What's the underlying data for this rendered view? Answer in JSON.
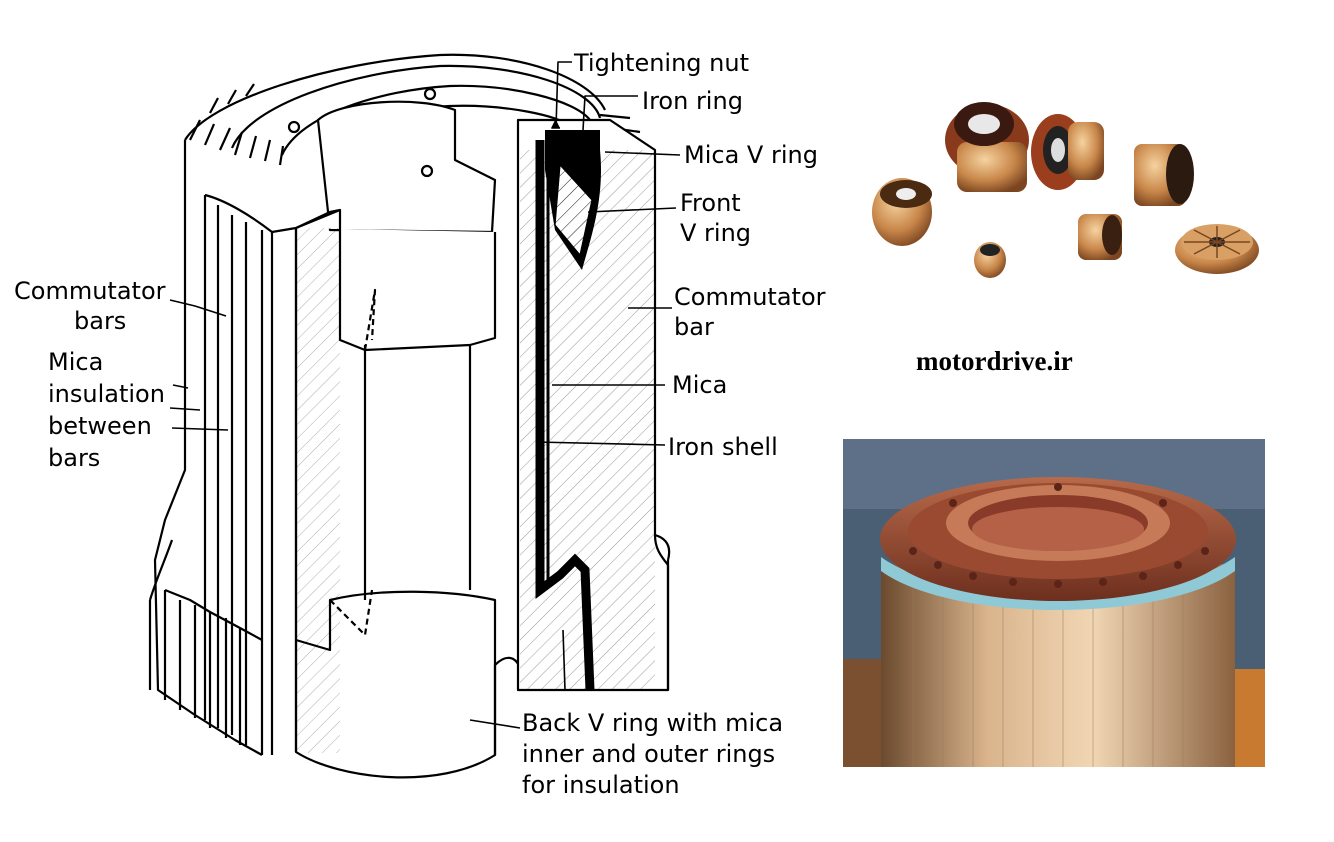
{
  "labels": {
    "tightening_nut": "Tightening nut",
    "iron_ring": "Iron ring",
    "mica_v_ring": "Mica V ring",
    "front_v_ring": [
      "Front",
      "V ring"
    ],
    "commutator_bar": [
      "Commutator",
      "bar"
    ],
    "mica": "Mica",
    "iron_shell": "Iron shell",
    "back_v_ring": [
      "Back V ring with mica",
      "inner and outer rings",
      "for insulation"
    ],
    "commutator_bars": [
      "Commutator",
      "bars"
    ],
    "mica_insulation": [
      "Mica",
      "insulation",
      "between",
      "bars"
    ]
  },
  "site": "motordrive.ir",
  "colors": {
    "line": "#000000",
    "copper": "#c27a3a",
    "copper_dark": "#7a3a1e",
    "shop_bg": "#4a5e74",
    "insulation_band": "#8fc9d6"
  },
  "icons": {
    "diagram": "commutator-cutaway-drawing",
    "photo_top": "small-commutators-photo",
    "photo_bottom": "large-commutator-photo"
  }
}
